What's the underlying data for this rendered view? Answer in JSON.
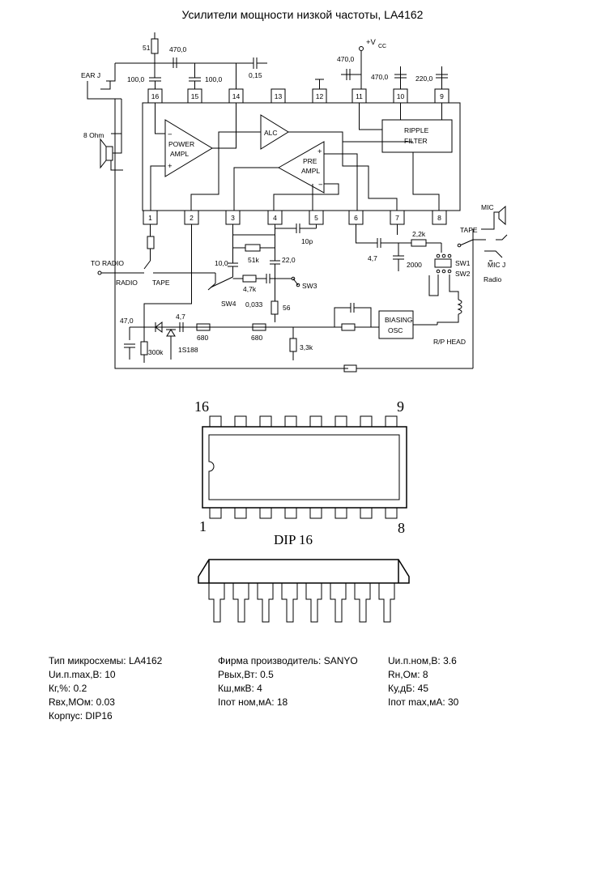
{
  "title": "Усилители мощности низкой частоты, LA4162",
  "schematic": {
    "pin_numbers_top": [
      "16",
      "15",
      "14",
      "13",
      "12",
      "11",
      "10",
      "9"
    ],
    "pin_numbers_bottom": [
      "1",
      "2",
      "3",
      "4",
      "5",
      "6",
      "7",
      "8"
    ],
    "blocks": {
      "power_amp": [
        "POWER",
        "AMPL"
      ],
      "alc": "ALC",
      "pre_amp": [
        "PRE",
        "AMPL"
      ],
      "ripple_filter": [
        "RIPPLE",
        "FILTER"
      ],
      "biasing_osc": [
        "BIASING",
        "OSC"
      ]
    },
    "labels": {
      "vcc": "+V",
      "vcc_sub": "CC",
      "ear_jack": "EAR  J",
      "speaker": "8  Ohm",
      "mic": "MIC",
      "tape_r": "TAPE",
      "mic_jack": "MIC  J",
      "radio_r": "Radio",
      "to_radio": "TO  RADIO",
      "radio_l": "RADIO",
      "tape_l": "TAPE",
      "sw1": "SW1",
      "sw2": "SW2",
      "sw3": "SW3",
      "sw4": "SW4",
      "rp_head": "R/P  HEAD"
    },
    "components": {
      "r51": "51",
      "c470_top": "470,0",
      "c100_a": "100,0",
      "c100_b": "100,0",
      "c015": "0,15",
      "c470_vcc": "470,0",
      "c470_10": "470,0",
      "c220_9": "220,0",
      "c10p": "10p",
      "c10_0": "10,0",
      "r51k": "51k",
      "c22": "22,0",
      "r47k": "4,7k",
      "c0033": "0,033",
      "r56": "56",
      "c47_7": "4,7",
      "r22k": "2,2k",
      "c2000": "2000",
      "c47_0": "47,0",
      "c4_7": "4,7",
      "r300k": "300k",
      "d1s188": "1S188",
      "r680a": "680",
      "r680b": "680",
      "r33k": "3,3k"
    }
  },
  "package": {
    "label": "DIP 16",
    "pin_top_left": "16",
    "pin_top_right": "9",
    "pin_bottom_left": "1",
    "pin_bottom_right": "8"
  },
  "specs": {
    "col1": [
      "Тип микросхемы: LA4162",
      "Uи.п.max,В: 10",
      "Кг,%: 0.2",
      "Rвх,МОм: 0.03",
      "Корпус: DIP16"
    ],
    "col2": [
      "Фирма производитель: SANYO",
      "Рвых,Вт: 0.5",
      "Кш,мкВ: 4",
      "Iпот ном,мА: 18"
    ],
    "col3": [
      "Uи.п.ном,В: 3.6",
      "Rн,Ом: 8",
      "Ку,дБ: 45",
      "Iпот max,мА: 30"
    ]
  }
}
